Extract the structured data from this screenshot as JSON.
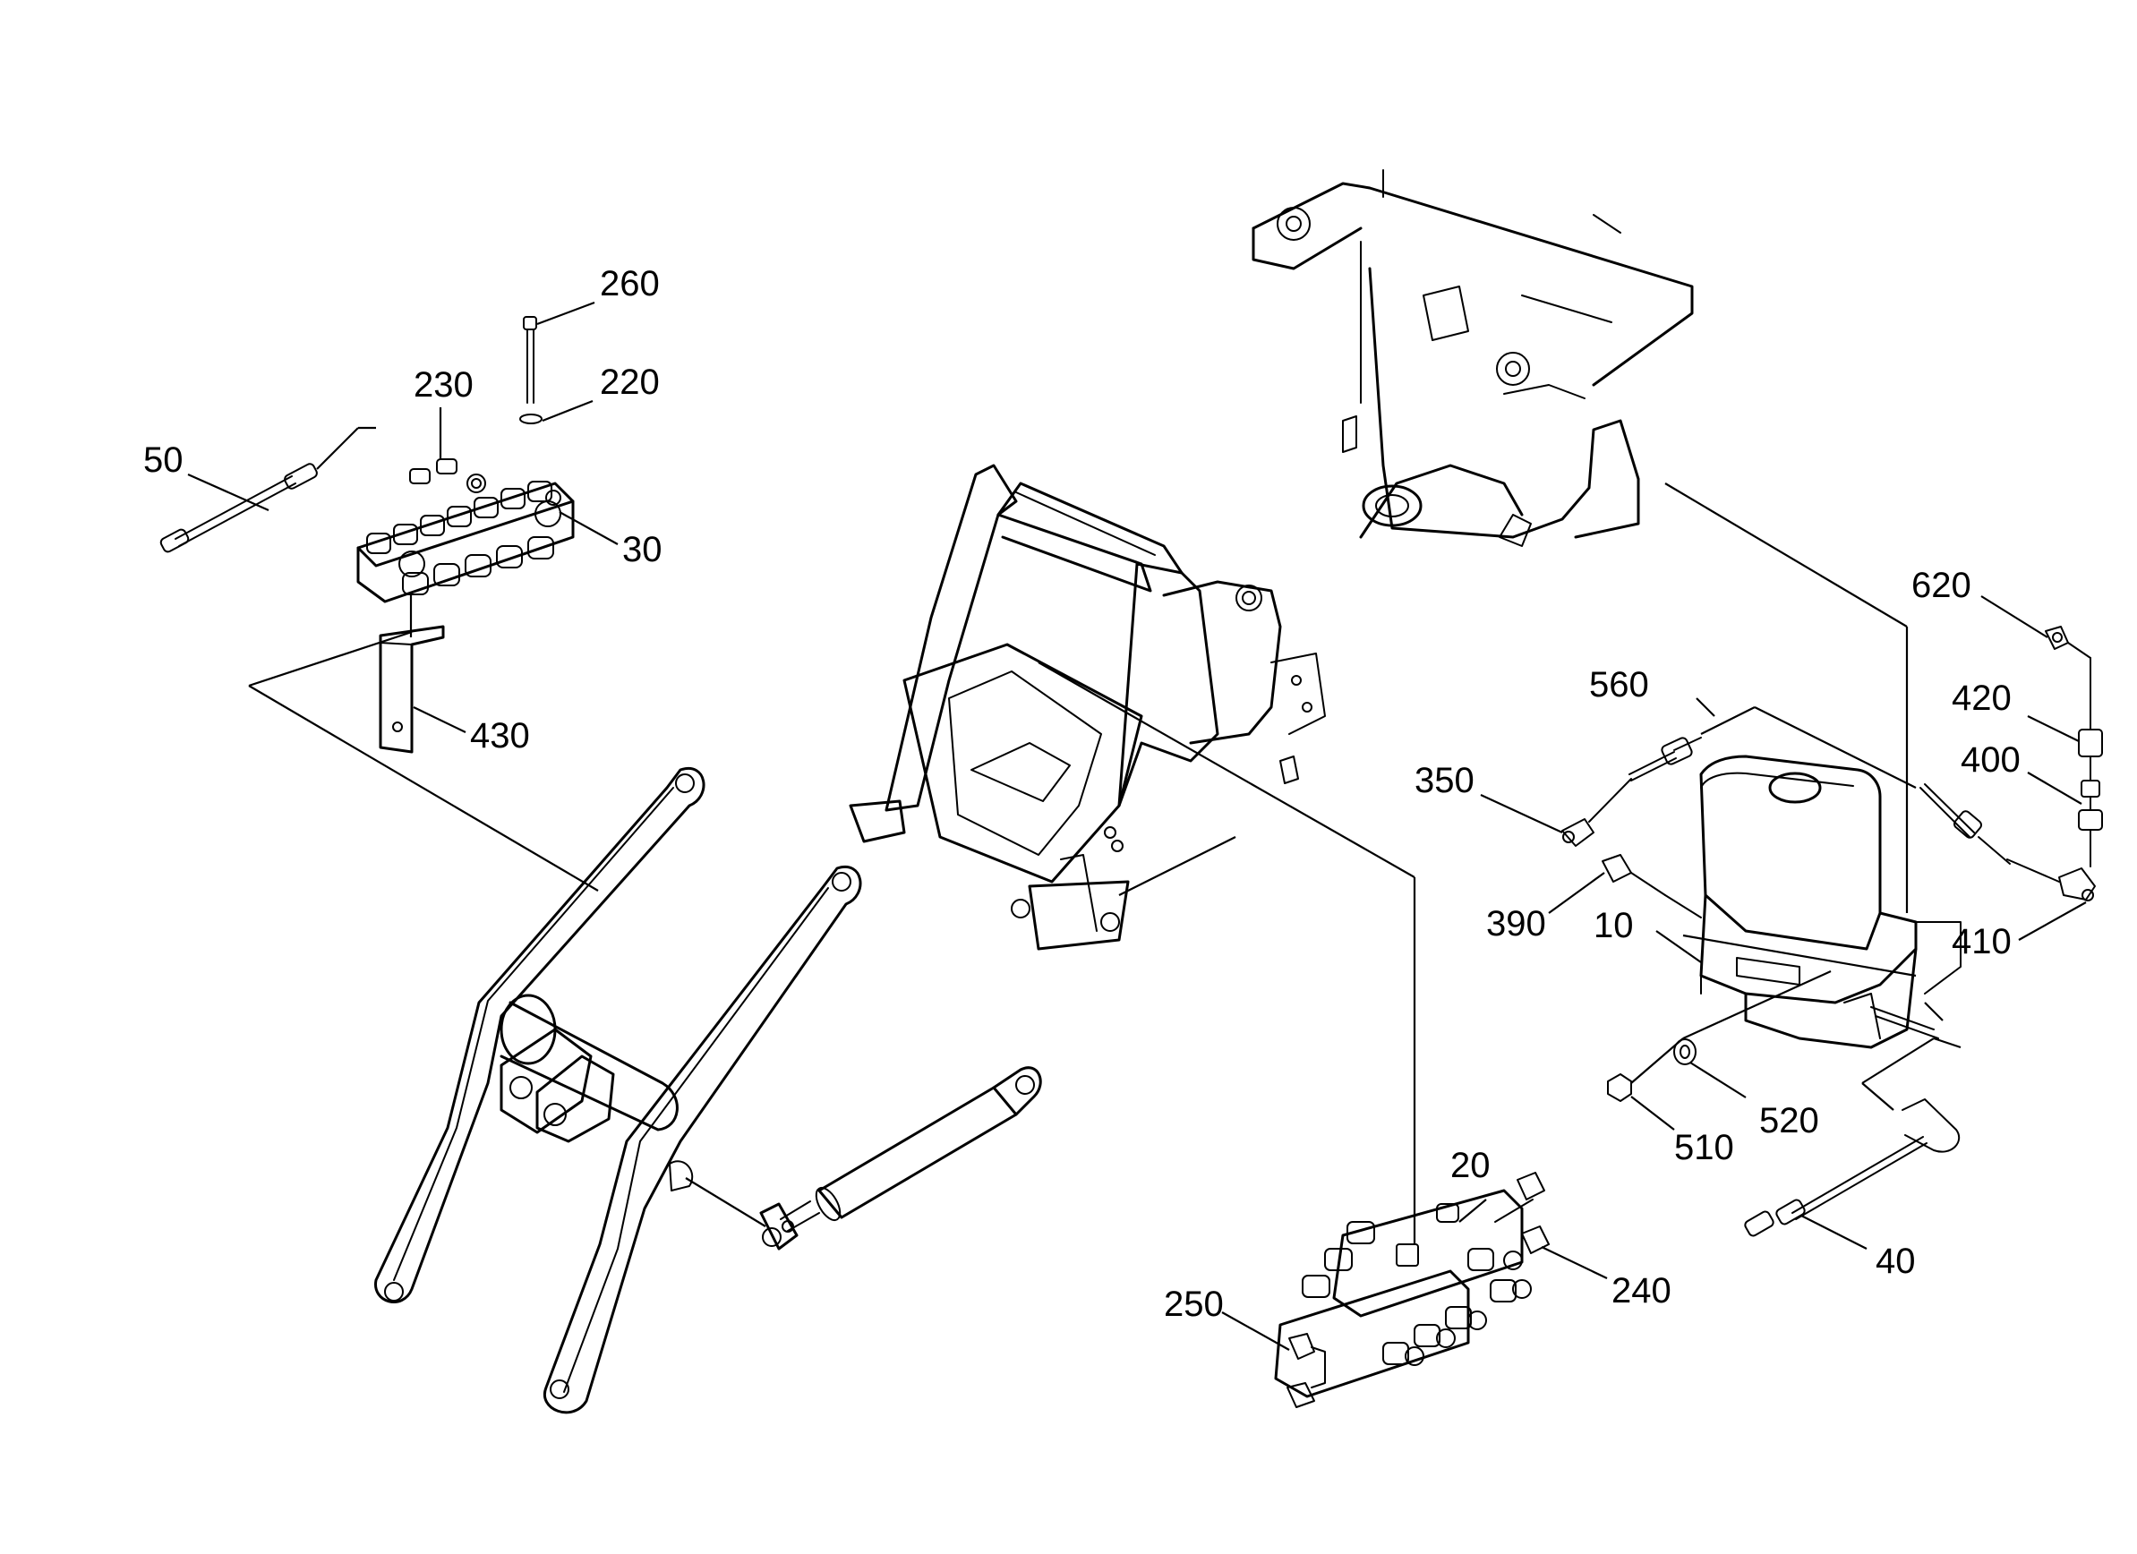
{
  "diagram": {
    "callouts": [
      {
        "id": "260",
        "label": "260"
      },
      {
        "id": "220",
        "label": "220"
      },
      {
        "id": "230",
        "label": "230"
      },
      {
        "id": "50",
        "label": "50"
      },
      {
        "id": "30",
        "label": "30"
      },
      {
        "id": "430",
        "label": "430"
      },
      {
        "id": "620",
        "label": "620"
      },
      {
        "id": "560",
        "label": "560"
      },
      {
        "id": "420",
        "label": "420"
      },
      {
        "id": "400",
        "label": "400"
      },
      {
        "id": "350",
        "label": "350"
      },
      {
        "id": "390",
        "label": "390"
      },
      {
        "id": "10",
        "label": "10"
      },
      {
        "id": "410",
        "label": "410"
      },
      {
        "id": "520",
        "label": "520"
      },
      {
        "id": "510",
        "label": "510"
      },
      {
        "id": "20",
        "label": "20"
      },
      {
        "id": "40",
        "label": "40"
      },
      {
        "id": "240",
        "label": "240"
      },
      {
        "id": "250",
        "label": "250"
      }
    ]
  }
}
